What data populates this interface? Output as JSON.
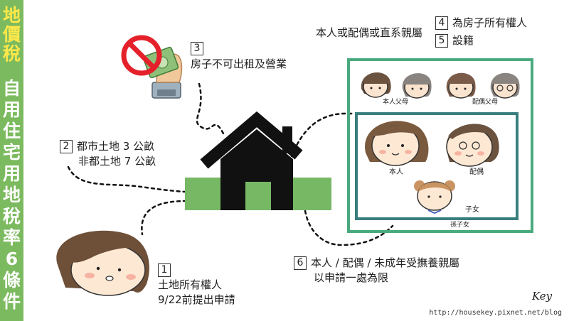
{
  "sidebar": {
    "title_yellow": "地\n價\n稅",
    "title_white": "自\n用\n住\n宅\n用\n地\n稅\n率\n6\n條\n件"
  },
  "conditions": {
    "c1": {
      "num": "1",
      "line1": "土地所有權人",
      "line2": "9/22前提出申請"
    },
    "c2": {
      "num": "2",
      "line1": "都市土地 3 公畝",
      "line2": "非都土地 7 公畝"
    },
    "c3": {
      "num": "3",
      "line1": "房子不可出租及營業"
    },
    "c4": {
      "num": "4",
      "line1": "為房子所有權人"
    },
    "c5": {
      "num": "5",
      "line1": "設籍"
    },
    "c45_prefix": "本人或配偶或直系親屬",
    "c6": {
      "num": "6",
      "line1": "本人 / 配偶 / 未成年受撫養親屬",
      "line2": "以申請一處為限"
    }
  },
  "family": {
    "self_parents": "本人父母",
    "spouse_parents": "配偶父母",
    "self": "本人",
    "spouse": "配偶",
    "children": "子女",
    "grandchildren": "孫子女"
  },
  "footer": {
    "signature": "Key",
    "url": "http://housekey.pixnet.net/blog"
  },
  "colors": {
    "sidebar_green": "#7cba5f",
    "title_yellow": "#ffe94a",
    "ground_green": "#77b865",
    "outer_frame": "#4aaa7f",
    "inner_frame": "#3a7e7e",
    "prohibit_red": "#e4202a"
  },
  "icons": [
    "house-icon",
    "no-money-icon",
    "family-faces",
    "person-face"
  ]
}
